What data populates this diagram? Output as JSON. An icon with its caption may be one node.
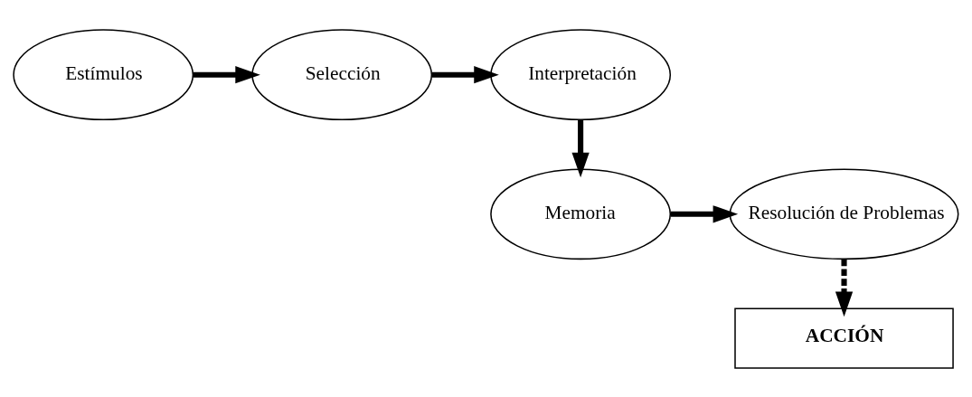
{
  "diagram": {
    "nodes": [
      {
        "text": [
          "Estímulos"
        ]
      },
      {
        "text": [
          "Selección"
        ]
      },
      {
        "text": [
          "Interpretación"
        ]
      },
      {
        "text": [
          "Memoria"
        ]
      },
      {
        "text": [
          "Resolución de Problemas"
        ]
      },
      {
        "text": [
          "ACCIÓN"
        ]
      }
    ],
    "edges": [
      {
        "from": 0,
        "to": 1,
        "arrow": "to"
      },
      {
        "from": 1,
        "to": 2,
        "arrow": "to"
      },
      {
        "from": 2,
        "to": 3,
        "arrow": "to"
      },
      {
        "from": 3,
        "to": 4,
        "arrow": "to"
      },
      {
        "from": 4,
        "to": 5,
        "arrow": "to",
        "style": "dashed"
      }
    ]
  }
}
